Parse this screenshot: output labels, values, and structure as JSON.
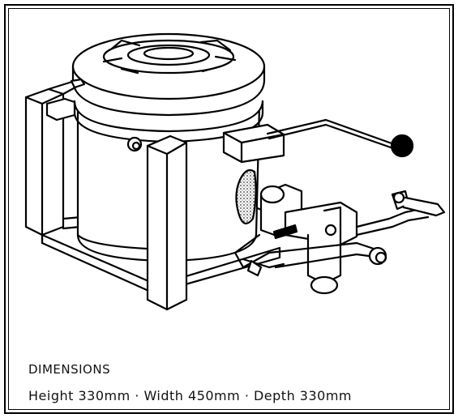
{
  "caption": {
    "title": "DIMENSIONS",
    "dimensions": "Height 330mm · Width 450mm · Depth 330mm"
  },
  "colors": {
    "ink": "#000000",
    "paper": "#ffffff",
    "stipple": "#555555"
  },
  "illustration": {
    "subject": "stove-assembly-drawing"
  }
}
